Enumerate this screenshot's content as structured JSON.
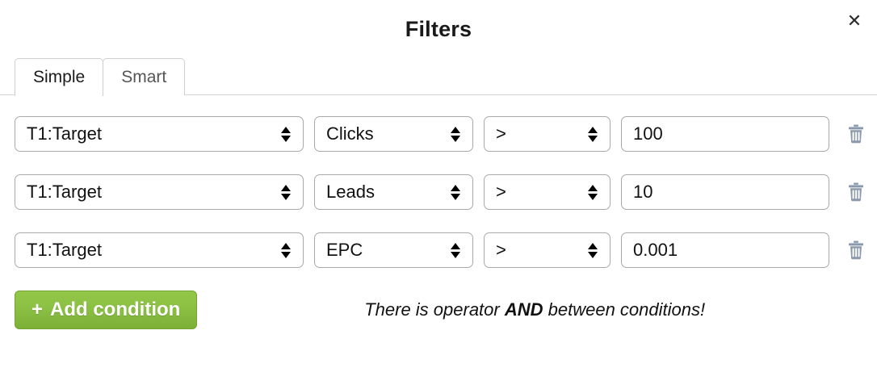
{
  "header": {
    "title": "Filters",
    "close_label": "✕",
    "close_icon": "close-icon"
  },
  "tabs": [
    {
      "label": "Simple",
      "active": true
    },
    {
      "label": "Smart",
      "active": false
    }
  ],
  "conditions": {
    "rows": [
      {
        "field": "T1:Target",
        "metric": "Clicks",
        "operator": ">",
        "value": "100",
        "delete_icon": "trash-icon"
      },
      {
        "field": "T1:Target",
        "metric": "Leads",
        "operator": ">",
        "value": "10",
        "delete_icon": "trash-icon"
      },
      {
        "field": "T1:Target",
        "metric": "EPC",
        "operator": ">",
        "value": "0.001",
        "delete_icon": "trash-icon"
      }
    ]
  },
  "footer": {
    "add_condition_plus": "+",
    "add_condition_label": "Add condition",
    "note_prefix": "There is operator ",
    "note_emphasis": "AND",
    "note_suffix": " between conditions!"
  },
  "colors": {
    "accent_green": "#8bc043",
    "accent_green_border": "#74a233",
    "trash_gray": "#8b9aab",
    "border_gray": "#a9a9a9",
    "rule_gray": "#d5d5d5"
  }
}
